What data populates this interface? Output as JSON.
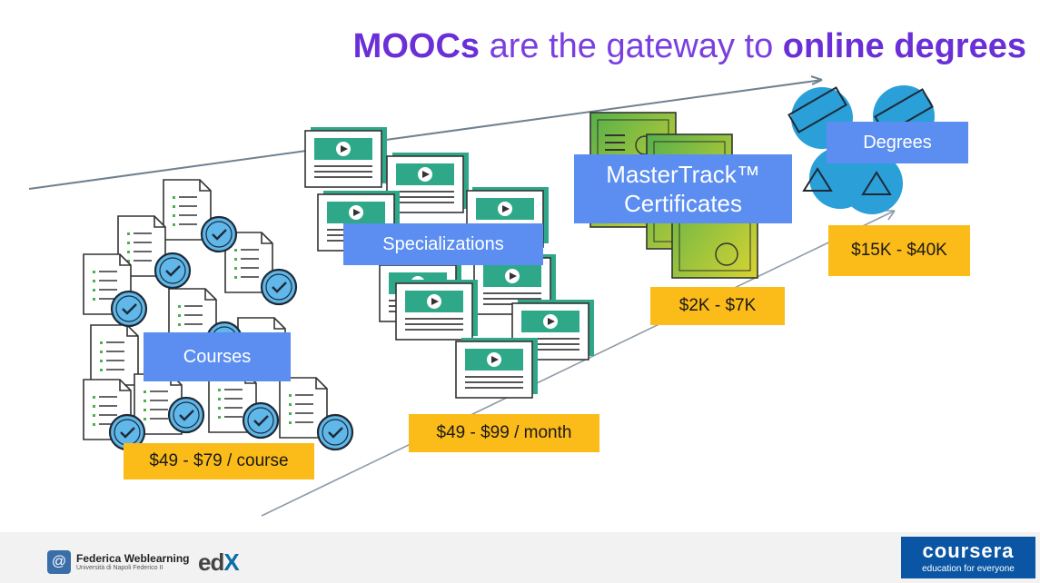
{
  "slide": {
    "title_part1": "MOOCs",
    "title_part2": " are the gateway to ",
    "title_part3": "online degrees"
  },
  "tiers": [
    {
      "label": "Courses",
      "price": "$49 - $79 / course"
    },
    {
      "label": "Specializations",
      "price": "$49 - $99 / month"
    },
    {
      "label_line1": "MasterTrack™",
      "label_line2": "Certificates",
      "price": "$2K - $7K"
    },
    {
      "label": "Degrees",
      "price": "$15K - $40K"
    }
  ],
  "footer": {
    "federica_name": "Federica Weblearning",
    "federica_sub": "Università di Napoli Federico II",
    "edx_e": "ed",
    "edx_x": "X",
    "coursera_brand": "coursera",
    "coursera_tag": "education for everyone"
  },
  "colors": {
    "title": "#7a3fe0",
    "label_blue": "#5b8ef0",
    "price_yellow": "#fbbb18",
    "teal": "#2fa88a",
    "check_blue": "#5fb7ea"
  }
}
